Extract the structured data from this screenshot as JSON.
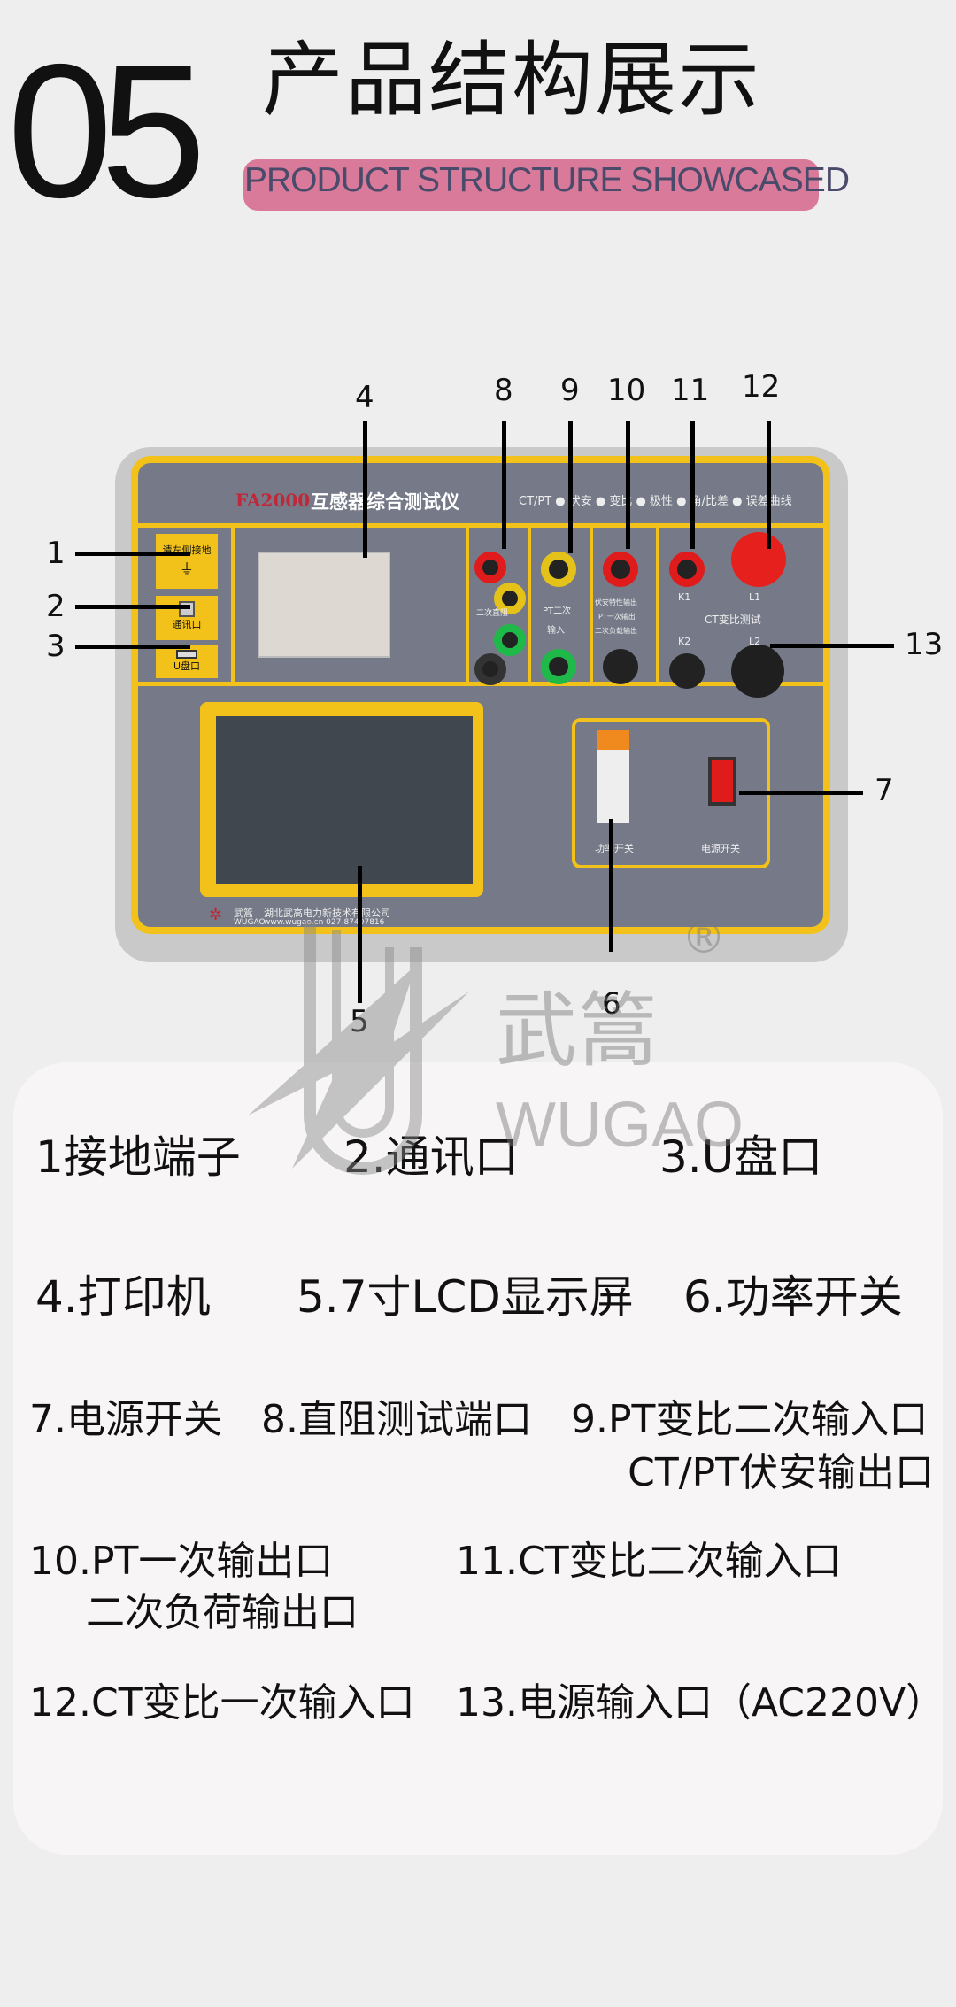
{
  "header": {
    "number": "05",
    "title": "产品结构展示",
    "subtitle": "PRODUCT STRUCTURE SHOWCASED",
    "pill_color": "#d97a9a"
  },
  "device": {
    "model": "FA2000",
    "name": "互感器综合测试仪",
    "functions": "CT/PT ● 伏安 ● 变比 ● 极性 ● 角/比差 ● 误差曲线",
    "ground_label": "请左侧接地",
    "comm_label": "通讯口",
    "usb_label": "U盘口",
    "dc_label": "二次直阻",
    "pt_label_1": "PT二次",
    "pt_label_2": "输入",
    "out_label_1": "伏安特性输出",
    "out_label_2": "PT一次输出",
    "out_label_3": "二次负载输出",
    "ct_label": "CT变比测试",
    "k1": "K1",
    "k2": "K2",
    "l1": "L1",
    "l2": "L2",
    "breaker_label": "功率开关",
    "power_label": "电源开关",
    "brand": "武篙",
    "brand_en": "WUGAO",
    "company": "湖北武高电力新技术有限公司",
    "contact": "www.wugao.cn 027-87407816",
    "accent": "#f2c21a",
    "panel_color": "#767a88"
  },
  "callouts": [
    "1",
    "2",
    "3",
    "4",
    "5",
    "6",
    "7",
    "8",
    "9",
    "10",
    "11",
    "12",
    "13"
  ],
  "watermark": {
    "cn": "武篙",
    "en": "WUGAO",
    "mark": "®"
  },
  "legend": [
    {
      "text": "1接地端子"
    },
    {
      "text": "2.通讯口"
    },
    {
      "text": "3.U盘口"
    },
    {
      "text": "4.打印机"
    },
    {
      "text": "5.7寸LCD显示屏"
    },
    {
      "text": "6.功率开关"
    },
    {
      "text": "7.电源开关"
    },
    {
      "text": "8.直阻测试端口"
    },
    {
      "text": "9.PT变比二次输入口",
      "line2": "CT/PT伏安输出口"
    },
    {
      "text": "10.PT一次输出口",
      "line2": "二次负荷输出口"
    },
    {
      "text": "11.CT变比二次输入口"
    },
    {
      "text": "12.CT变比一次输入口"
    },
    {
      "text": "13.电源输入口（AC220V）"
    }
  ]
}
